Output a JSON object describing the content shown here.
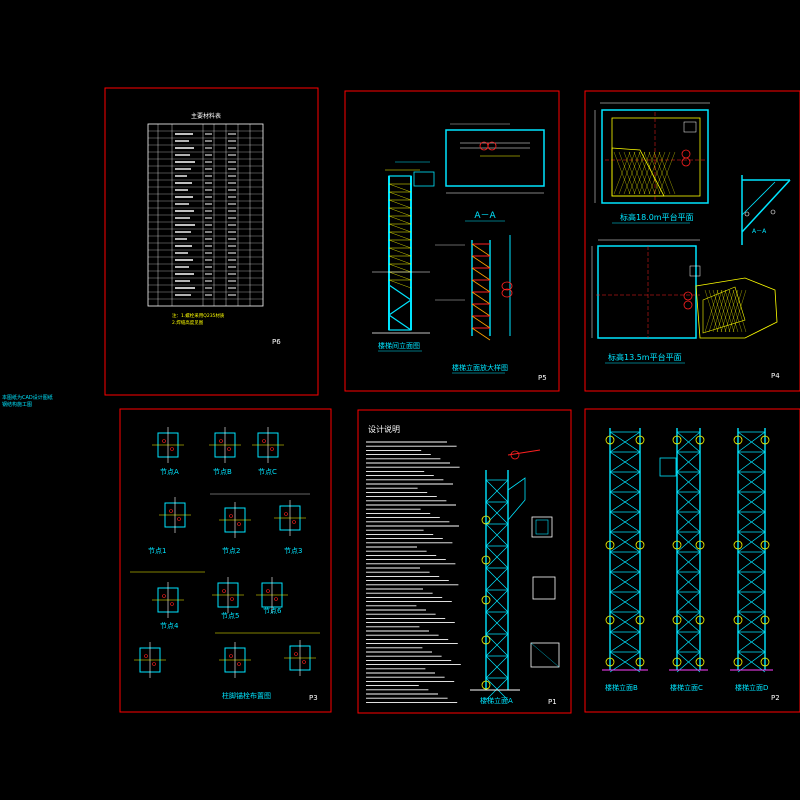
{
  "sheet_labels": [
    "P6",
    "P5",
    "P4",
    "P3",
    "P1",
    "P2"
  ],
  "colors": {
    "background": "#000000",
    "frame": "#ff0000",
    "cyan": "#00e5ff",
    "yellow": "#ffff00",
    "white": "#ffffff",
    "red": "#ff2020",
    "magenta": "#ff40ff",
    "green": "#00ff40"
  },
  "p6": {
    "table_title": "主要材料表",
    "notes_line1": "注：1.螺栓采用Q235材质",
    "notes_line2": "2.焊缝高度见图"
  },
  "p5": {
    "elevation_title": "楼梯间立面图",
    "section_title": "A－A",
    "detail_title": "楼梯立面放大样图"
  },
  "p4": {
    "plan_18_title": "标高18.0m平台平面",
    "plan_13_title": "标高13.5m平台平面",
    "section_title": "A－A"
  },
  "side_note": {
    "line1": "本图纸为CAD设计图纸",
    "line2": "钢结构施工图"
  },
  "p3": {
    "node_a": "节点A",
    "node_b": "节点B",
    "node_c": "节点C",
    "node_1": "节点1",
    "node_2": "节点2",
    "node_3": "节点3",
    "node_4": "节点4",
    "node_5": "节点5",
    "node_6": "节点6",
    "bottom_title": "柱脚锚栓布置图"
  },
  "p1": {
    "notes_title": "设计说明",
    "elevation_title": "楼梯立面A"
  },
  "p2": {
    "elev_b": "楼梯立面B",
    "elev_c": "楼梯立面C",
    "elev_d": "楼梯立面D"
  }
}
